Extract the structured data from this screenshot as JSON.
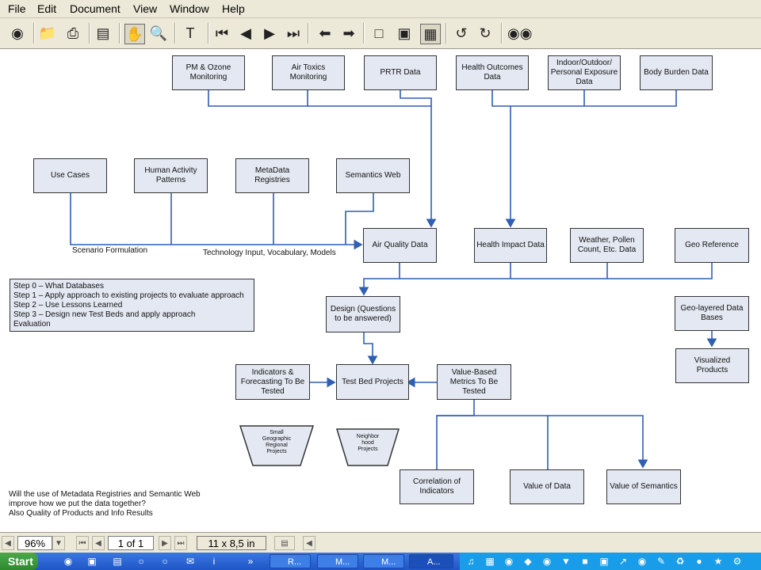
{
  "menubar": {
    "items": [
      "File",
      "Edit",
      "Document",
      "View",
      "Window",
      "Help"
    ]
  },
  "diagram": {
    "top_sources": [
      "PM & Ozone Monitoring",
      "Air Toxics Monitoring",
      "PRTR Data",
      "Health Outcomes Data",
      "Indoor/Outdoor/ Personal Exposure Data",
      "Body Burden Data"
    ],
    "inputs": [
      "Use Cases",
      "Human Activity Patterns",
      "MetaData Registries",
      "Semantics Web"
    ],
    "scenario_label": "Scenario Formulation",
    "technology_label": "Technology Input, Vocabulary, Models",
    "air_quality": "Air Quality Data",
    "health_impact": "Health Impact Data",
    "weather": "Weather, Pollen Count, Etc. Data",
    "geo_reference": "Geo Reference",
    "steps": [
      "Step 0 – What Databases",
      "Step 1 – Apply approach to existing projects to evaluate approach",
      "Step 2 – Use Lessons Learned",
      "Step 3 – Design new Test Beds and apply approach",
      "Evaluation"
    ],
    "design": "Design (Questions to be answered)",
    "geo_layered": "Geo-layered Data Bases",
    "visualized": "Visualized Products",
    "indicators": "Indicators & Forecasting To Be Tested",
    "test_bed": "Test Bed Projects",
    "value_metrics": "Value-Based Metrics To Be Tested",
    "small_geo": "Small Geographic Regional Projects",
    "neighborhood": "Neighbor hood Projects",
    "correlation": "Correlation of Indicators",
    "value_data": "Value of Data",
    "value_semantics": "Value of Semantics",
    "question_lines": [
      "Will the use of Metadata Registries and Semantic Web",
      "improve how we put the data together?",
      "Also Quality of Products and Info Results"
    ]
  },
  "statusbar": {
    "zoom": "96%",
    "page": "1 of 1",
    "page_size": "11 x 8,5 in"
  },
  "taskbar": {
    "start_label": "Start",
    "tasks": [
      "R...",
      "M...",
      "M...",
      "A..."
    ]
  }
}
